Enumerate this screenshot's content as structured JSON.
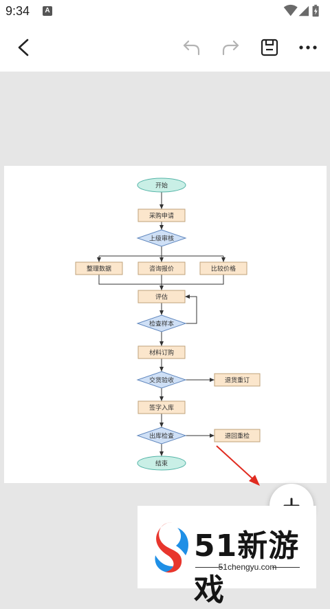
{
  "status_bar": {
    "time": "9:34",
    "notification_badge": "A",
    "icons": [
      "wifi-icon",
      "signal-icon",
      "battery-icon"
    ]
  },
  "toolbar": {
    "icons": [
      "back-icon",
      "undo-icon",
      "redo-icon",
      "save-icon",
      "more-icon"
    ]
  },
  "flowchart": {
    "nodes": {
      "start": "开始",
      "purchase_request": "采购申请",
      "supervisor_review": "上级审核",
      "organize_data": "整理数据",
      "inquiry_quote": "咨询报价",
      "compare_price": "比较价格",
      "evaluate": "评估",
      "inspect_sample": "检查样本",
      "material_order": "材料订购",
      "delivery_acceptance": "交货验收",
      "return_reorder": "退货重订",
      "sign_warehouse": "签字入库",
      "outbound_check": "出库检查",
      "return_recheck": "退回重检",
      "end": "结束"
    }
  },
  "watermark": {
    "title": "51新游戏",
    "subtitle": "51chengyu.com"
  },
  "colors": {
    "terminal_fill": "#c9efe6",
    "terminal_stroke": "#52b3a6",
    "process_fill": "#fbe6cc",
    "process_stroke": "#bfa27a",
    "decision_fill": "#cfe0f6",
    "decision_stroke": "#5f86bd",
    "connector": "#333333",
    "annotation_arrow": "#e02b20",
    "canvas_background": "#e6e6e6"
  }
}
